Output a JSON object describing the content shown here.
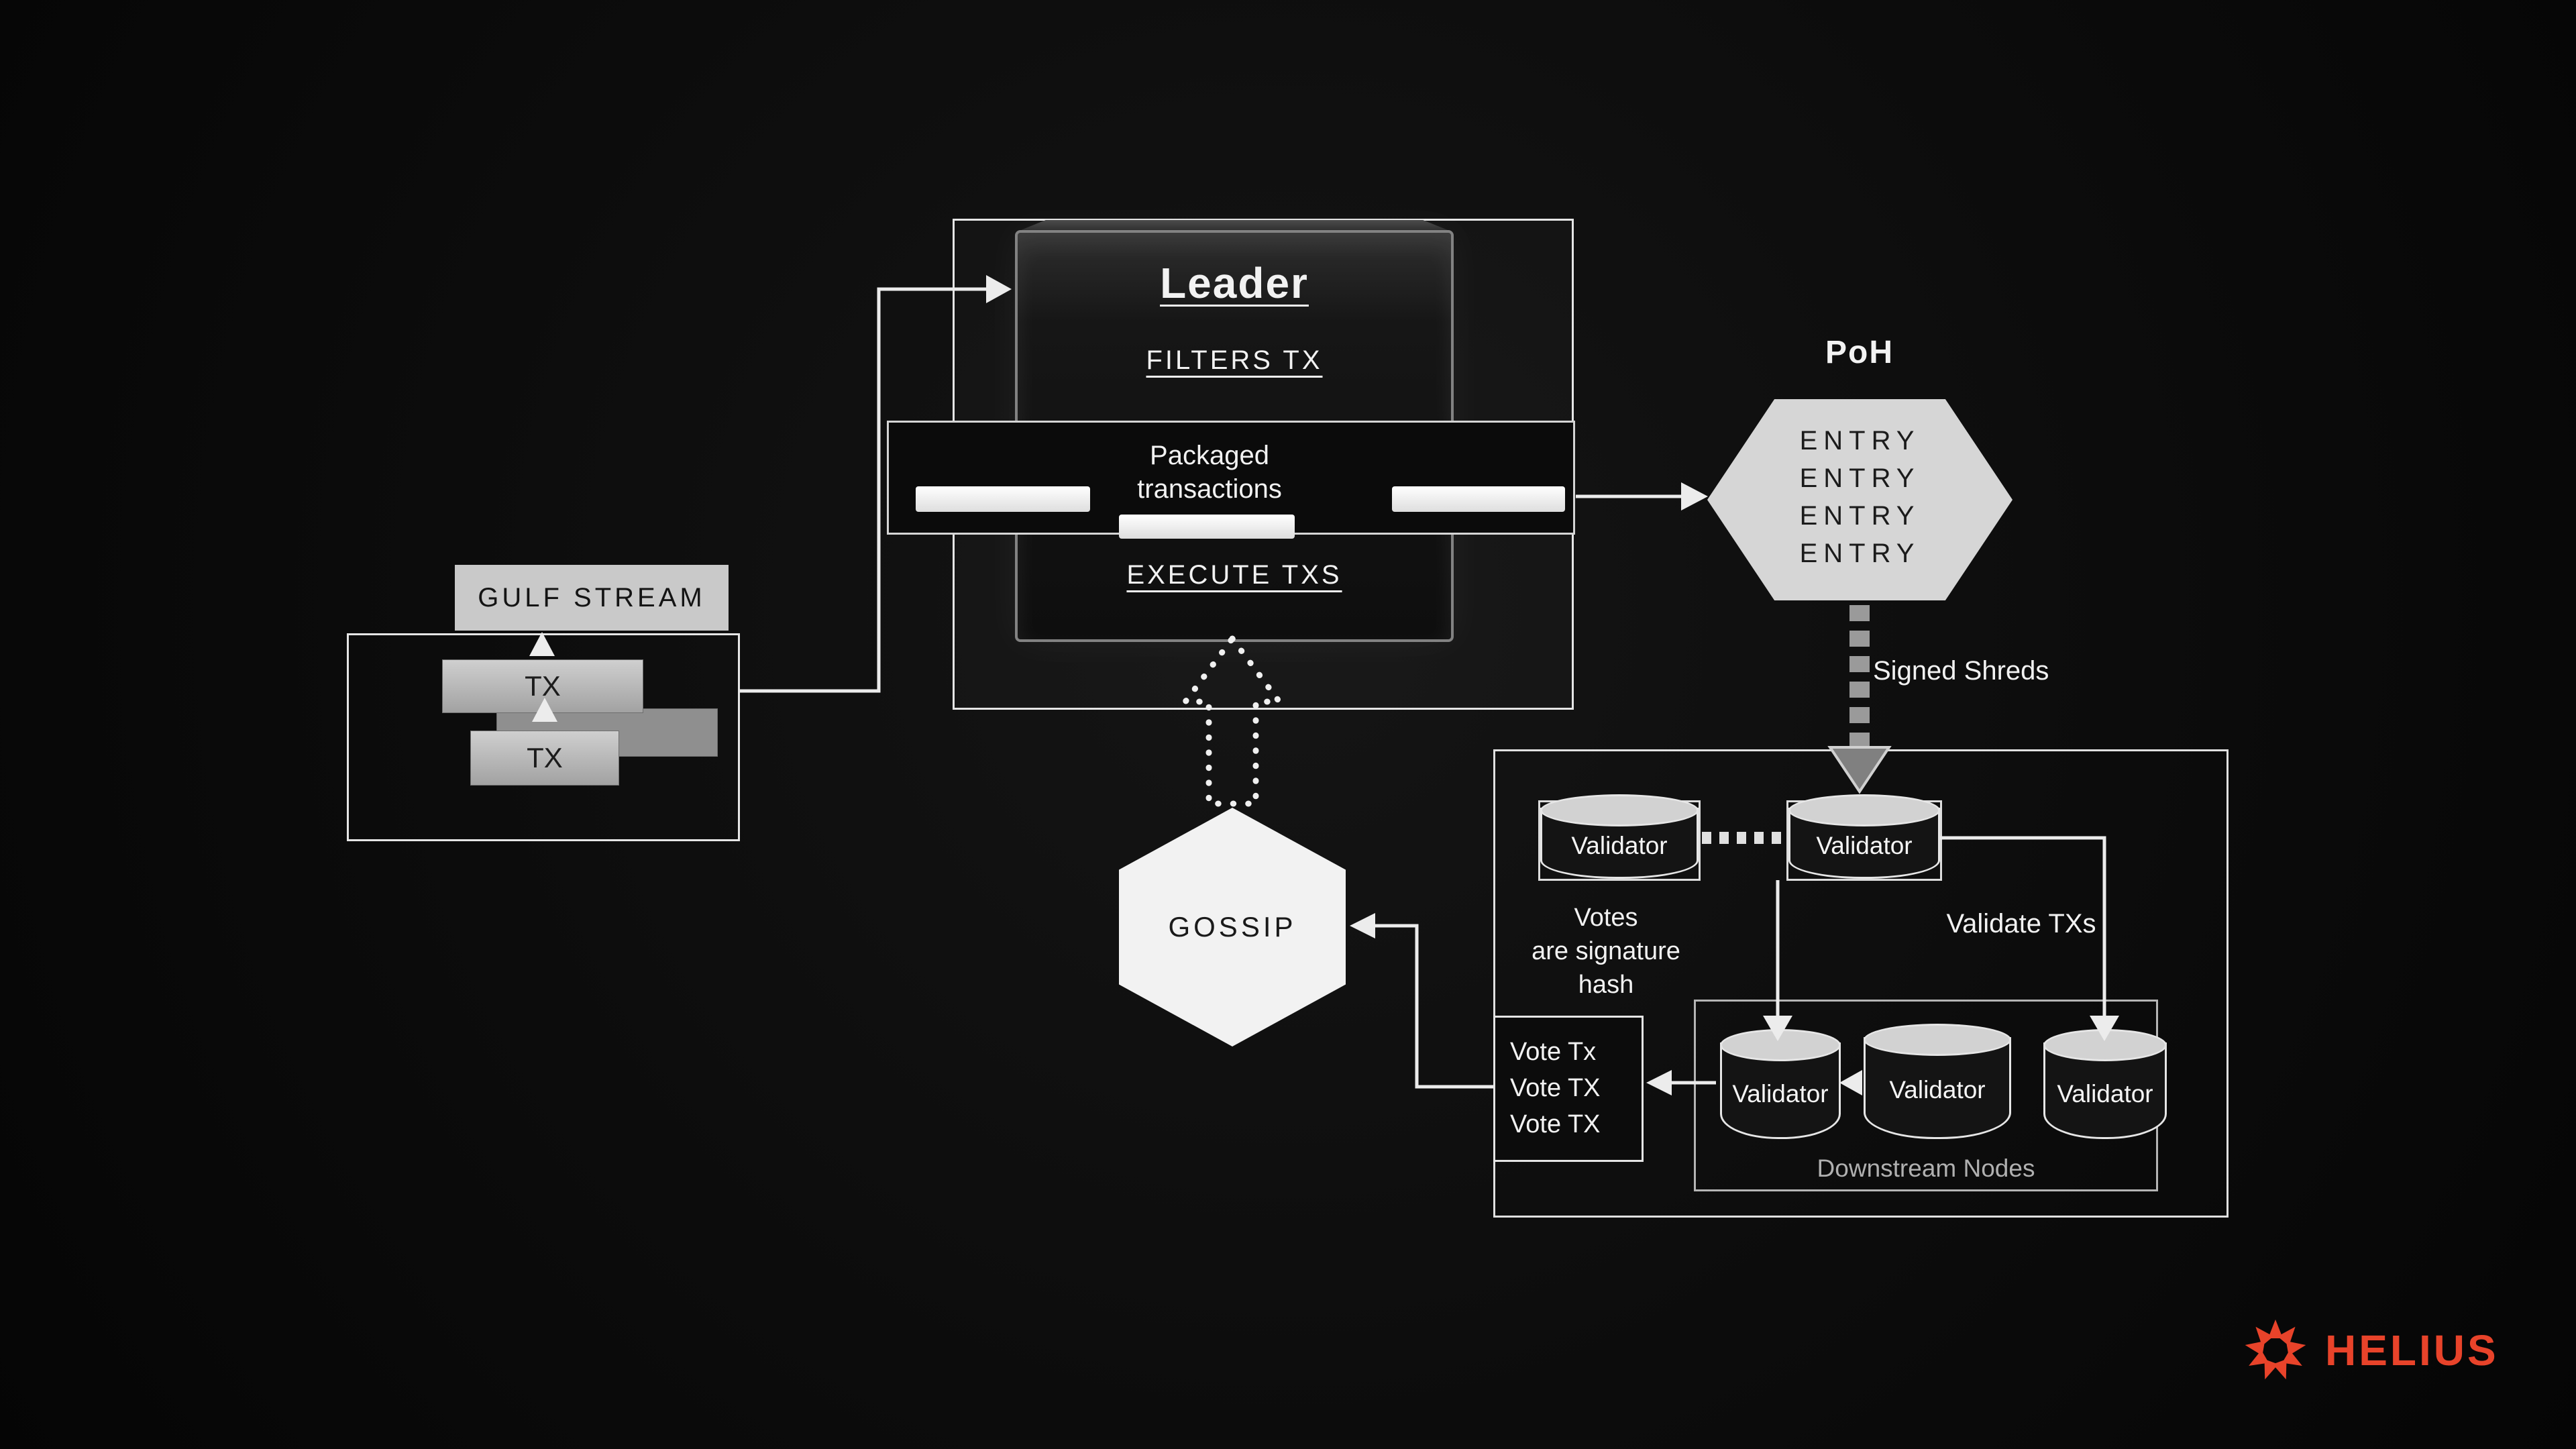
{
  "background_color": "#0a0a0a",
  "accent_color": "#e8432a",
  "leader": {
    "title": "Leader",
    "filters_tx": "FILTERS TX",
    "packaged_lines": [
      "Packaged",
      "transactions"
    ],
    "execute_txs": "EXECUTE TXS"
  },
  "gulf_stream": {
    "label": "GULF STREAM",
    "tx_labels": [
      "TX",
      "TX"
    ]
  },
  "poh": {
    "title": "PoH",
    "entries": [
      "ENTRY",
      "ENTRY",
      "ENTRY",
      "ENTRY"
    ],
    "signed_shreds_label": "Signed Shreds"
  },
  "gossip": {
    "label": "GOSSIP"
  },
  "validators": {
    "top_row": [
      "Validator",
      "Validator"
    ],
    "votes_note_lines": [
      "Votes",
      "are signature",
      "hash"
    ],
    "validate_txs_label": "Validate TXs",
    "vote_box_lines": [
      "Vote Tx",
      "Vote TX",
      "Vote TX"
    ],
    "downstream": {
      "label": "Downstream Nodes",
      "nodes": [
        "Validator",
        "Validator",
        "Validator"
      ]
    }
  },
  "brand": {
    "name": "HELIUS"
  }
}
